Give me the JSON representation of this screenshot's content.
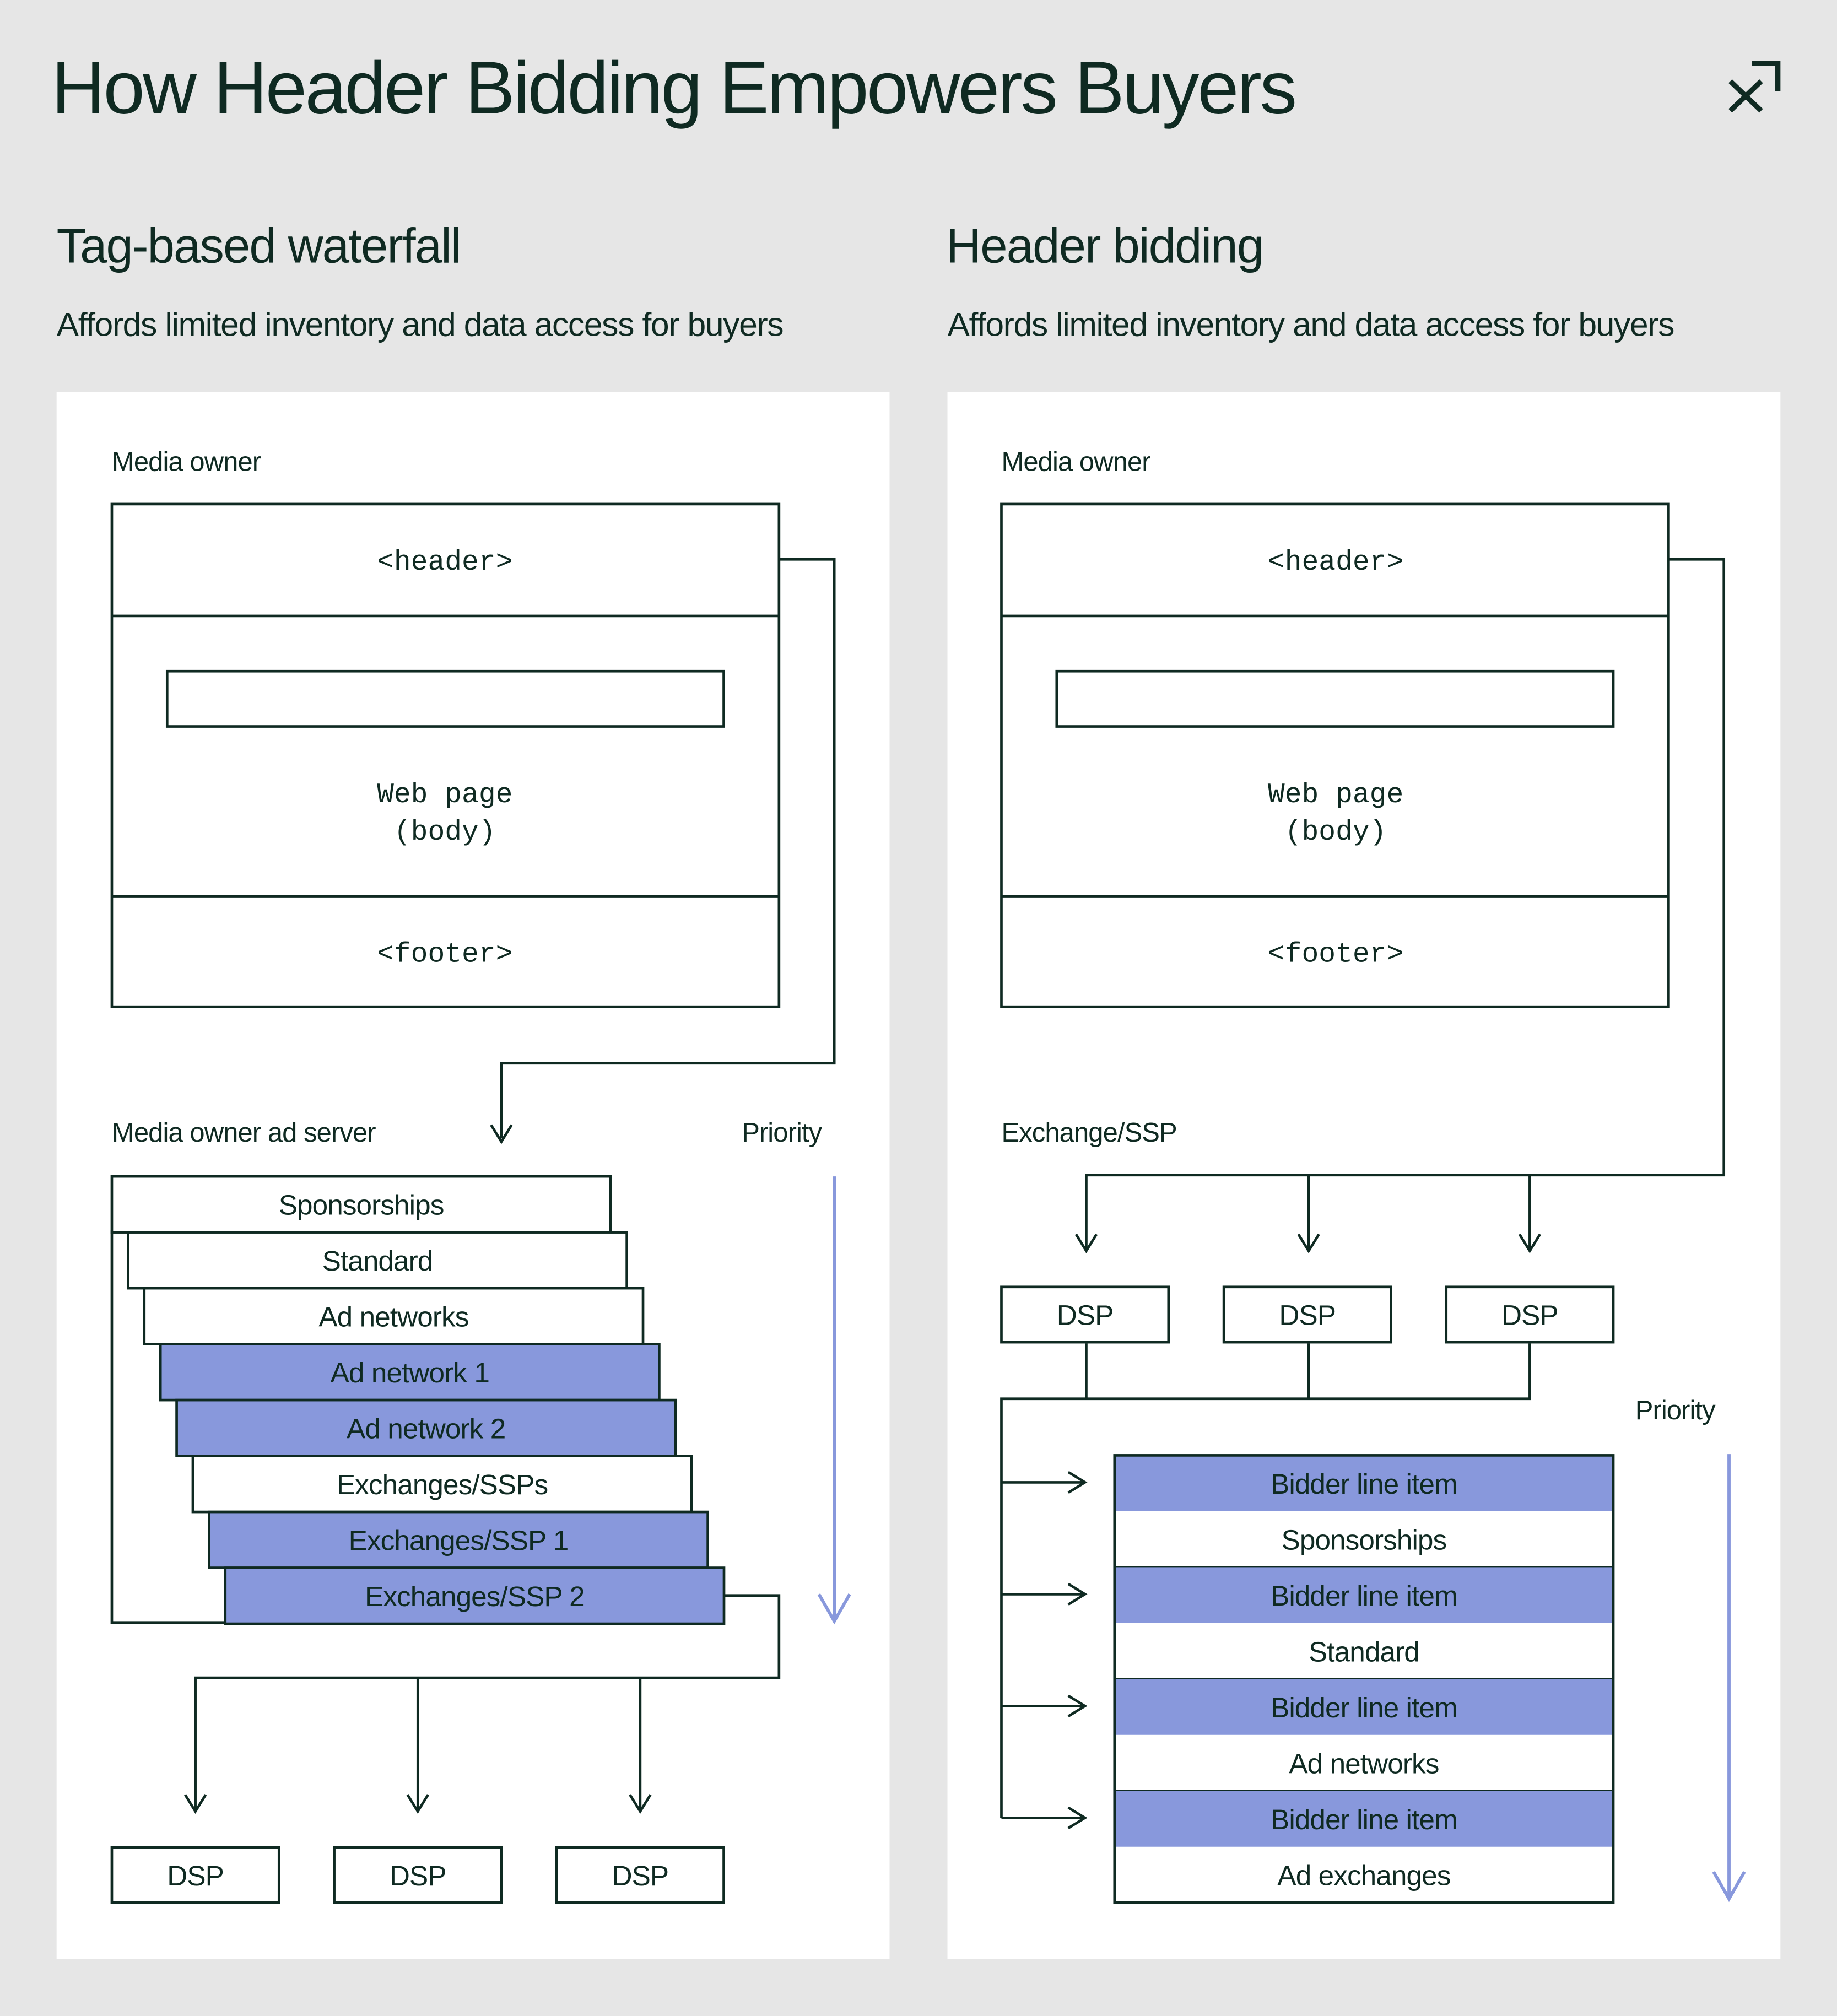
{
  "title": "How Header Bidding Empowers Buyers",
  "logo_icon": "x-arrow-logo-icon",
  "colors": {
    "background": "#e6e6e6",
    "panel": "#ffffff",
    "ink": "#0f2a22",
    "accent": "#8898dc",
    "priority_arrow": "#8898dc"
  },
  "left_panel": {
    "heading": "Tag-based waterfall",
    "subheading": "Affords limited inventory and data access for buyers",
    "media_owner_label": "Media owner",
    "page_header": "<header>",
    "page_body_line1": "Web page",
    "page_body_line2": "(body)",
    "page_footer": "<footer>",
    "ad_server_label": "Media owner ad server",
    "priority_label": "Priority",
    "waterfall": [
      {
        "label": "Sponsorships",
        "highlight": false
      },
      {
        "label": "Standard",
        "highlight": false
      },
      {
        "label": "Ad networks",
        "highlight": false
      },
      {
        "label": "Ad network 1",
        "highlight": true
      },
      {
        "label": "Ad network 2",
        "highlight": true
      },
      {
        "label": "Exchanges/SSPs",
        "highlight": false
      },
      {
        "label": "Exchanges/SSP 1",
        "highlight": true
      },
      {
        "label": "Exchanges/SSP 2",
        "highlight": true
      }
    ],
    "dsps": [
      "DSP",
      "DSP",
      "DSP"
    ]
  },
  "right_panel": {
    "heading": "Header bidding",
    "subheading": "Affords limited inventory and data access for buyers",
    "media_owner_label": "Media owner",
    "page_header": "<header>",
    "page_body_line1": "Web page",
    "page_body_line2": "(body)",
    "page_footer": "<footer>",
    "exchange_label": "Exchange/SSP",
    "priority_label": "Priority",
    "dsps": [
      "DSP",
      "DSP",
      "DSP"
    ],
    "stack": [
      {
        "label": "Bidder line item",
        "highlight": true
      },
      {
        "label": "Sponsorships",
        "highlight": false
      },
      {
        "label": "Bidder line item",
        "highlight": true
      },
      {
        "label": "Standard",
        "highlight": false
      },
      {
        "label": "Bidder line item",
        "highlight": true
      },
      {
        "label": "Ad networks",
        "highlight": false
      },
      {
        "label": "Bidder line item",
        "highlight": true
      },
      {
        "label": "Ad exchanges",
        "highlight": false
      }
    ]
  }
}
